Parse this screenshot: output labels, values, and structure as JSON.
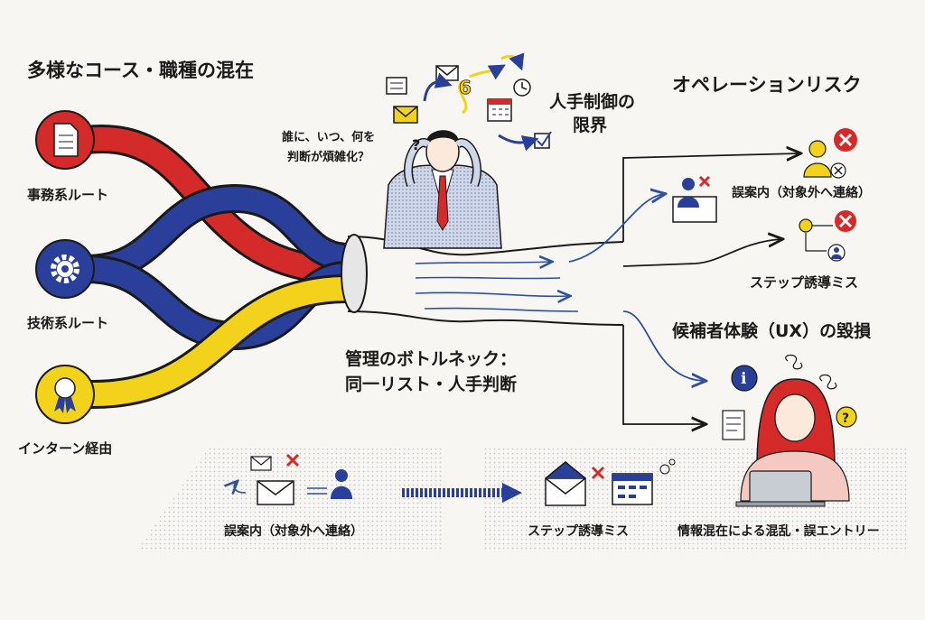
{
  "headings": {
    "left": "多様なコース・職種の混在",
    "right": "オペレーションリスク"
  },
  "routes": [
    {
      "label": "事務系ルート",
      "icon": "document-icon",
      "color": "#d42a2a"
    },
    {
      "label": "技術系ルート",
      "icon": "gear-icon",
      "color": "#2a3f9a"
    },
    {
      "label": "インターン経由",
      "icon": "ribbon-award-icon",
      "color": "#f2d21a"
    }
  ],
  "manager": {
    "question": [
      "誰に、いつ、何を",
      "判断が煩雑化？"
    ],
    "limit": [
      "人手制御の",
      "限界"
    ]
  },
  "bottleneck": [
    "管理のボトルネック：",
    "同一リスト・人手判断"
  ],
  "risks": {
    "misdirected": "誤案内（対象外へ連絡）",
    "step_error": "ステップ誘導ミス",
    "ux_damage": "候補者体験（UX）の毀損"
  },
  "bottom_flow": [
    "誤案内（対象外へ連絡）",
    "ステップ誘導ミス",
    "情報混在による混乱・誤エントリー"
  ],
  "colors": {
    "red": "#d42a2a",
    "blue": "#2a3f9a",
    "yellow": "#f2d21a",
    "arrow": "#2f4fa0",
    "ink": "#1a1a1a"
  }
}
